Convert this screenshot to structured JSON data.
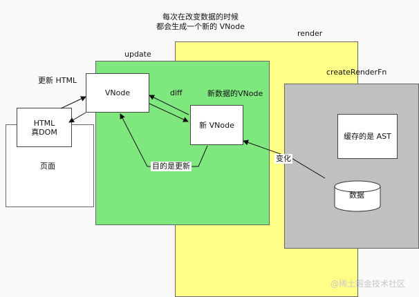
{
  "title_line1": "每次在改变数据的时候",
  "title_line2": "都会生成一个新的 VNode",
  "render_label": "render",
  "update_label": "update",
  "create_render_fn_label": "createRenderFn",
  "update_html_label": "更新 HTML",
  "diff_label": "diff",
  "new_data_vnode_label": "新数据的VNode",
  "vnode_label": "VNode",
  "new_vnode_label": "新 VNode",
  "html_dom_line1": "HTML",
  "html_dom_line2": "真DOM",
  "page_label": "页面",
  "cache_ast_label": "缓存的是 AST",
  "change_label": "变化",
  "goal_label": "目的是更新",
  "data_label": "数据",
  "watermark": "@稀土掘金技术社区",
  "colors": {
    "render_region": "#ffff88",
    "update_region": "#7ee87e",
    "create_render_region": "#c0c0c0"
  }
}
